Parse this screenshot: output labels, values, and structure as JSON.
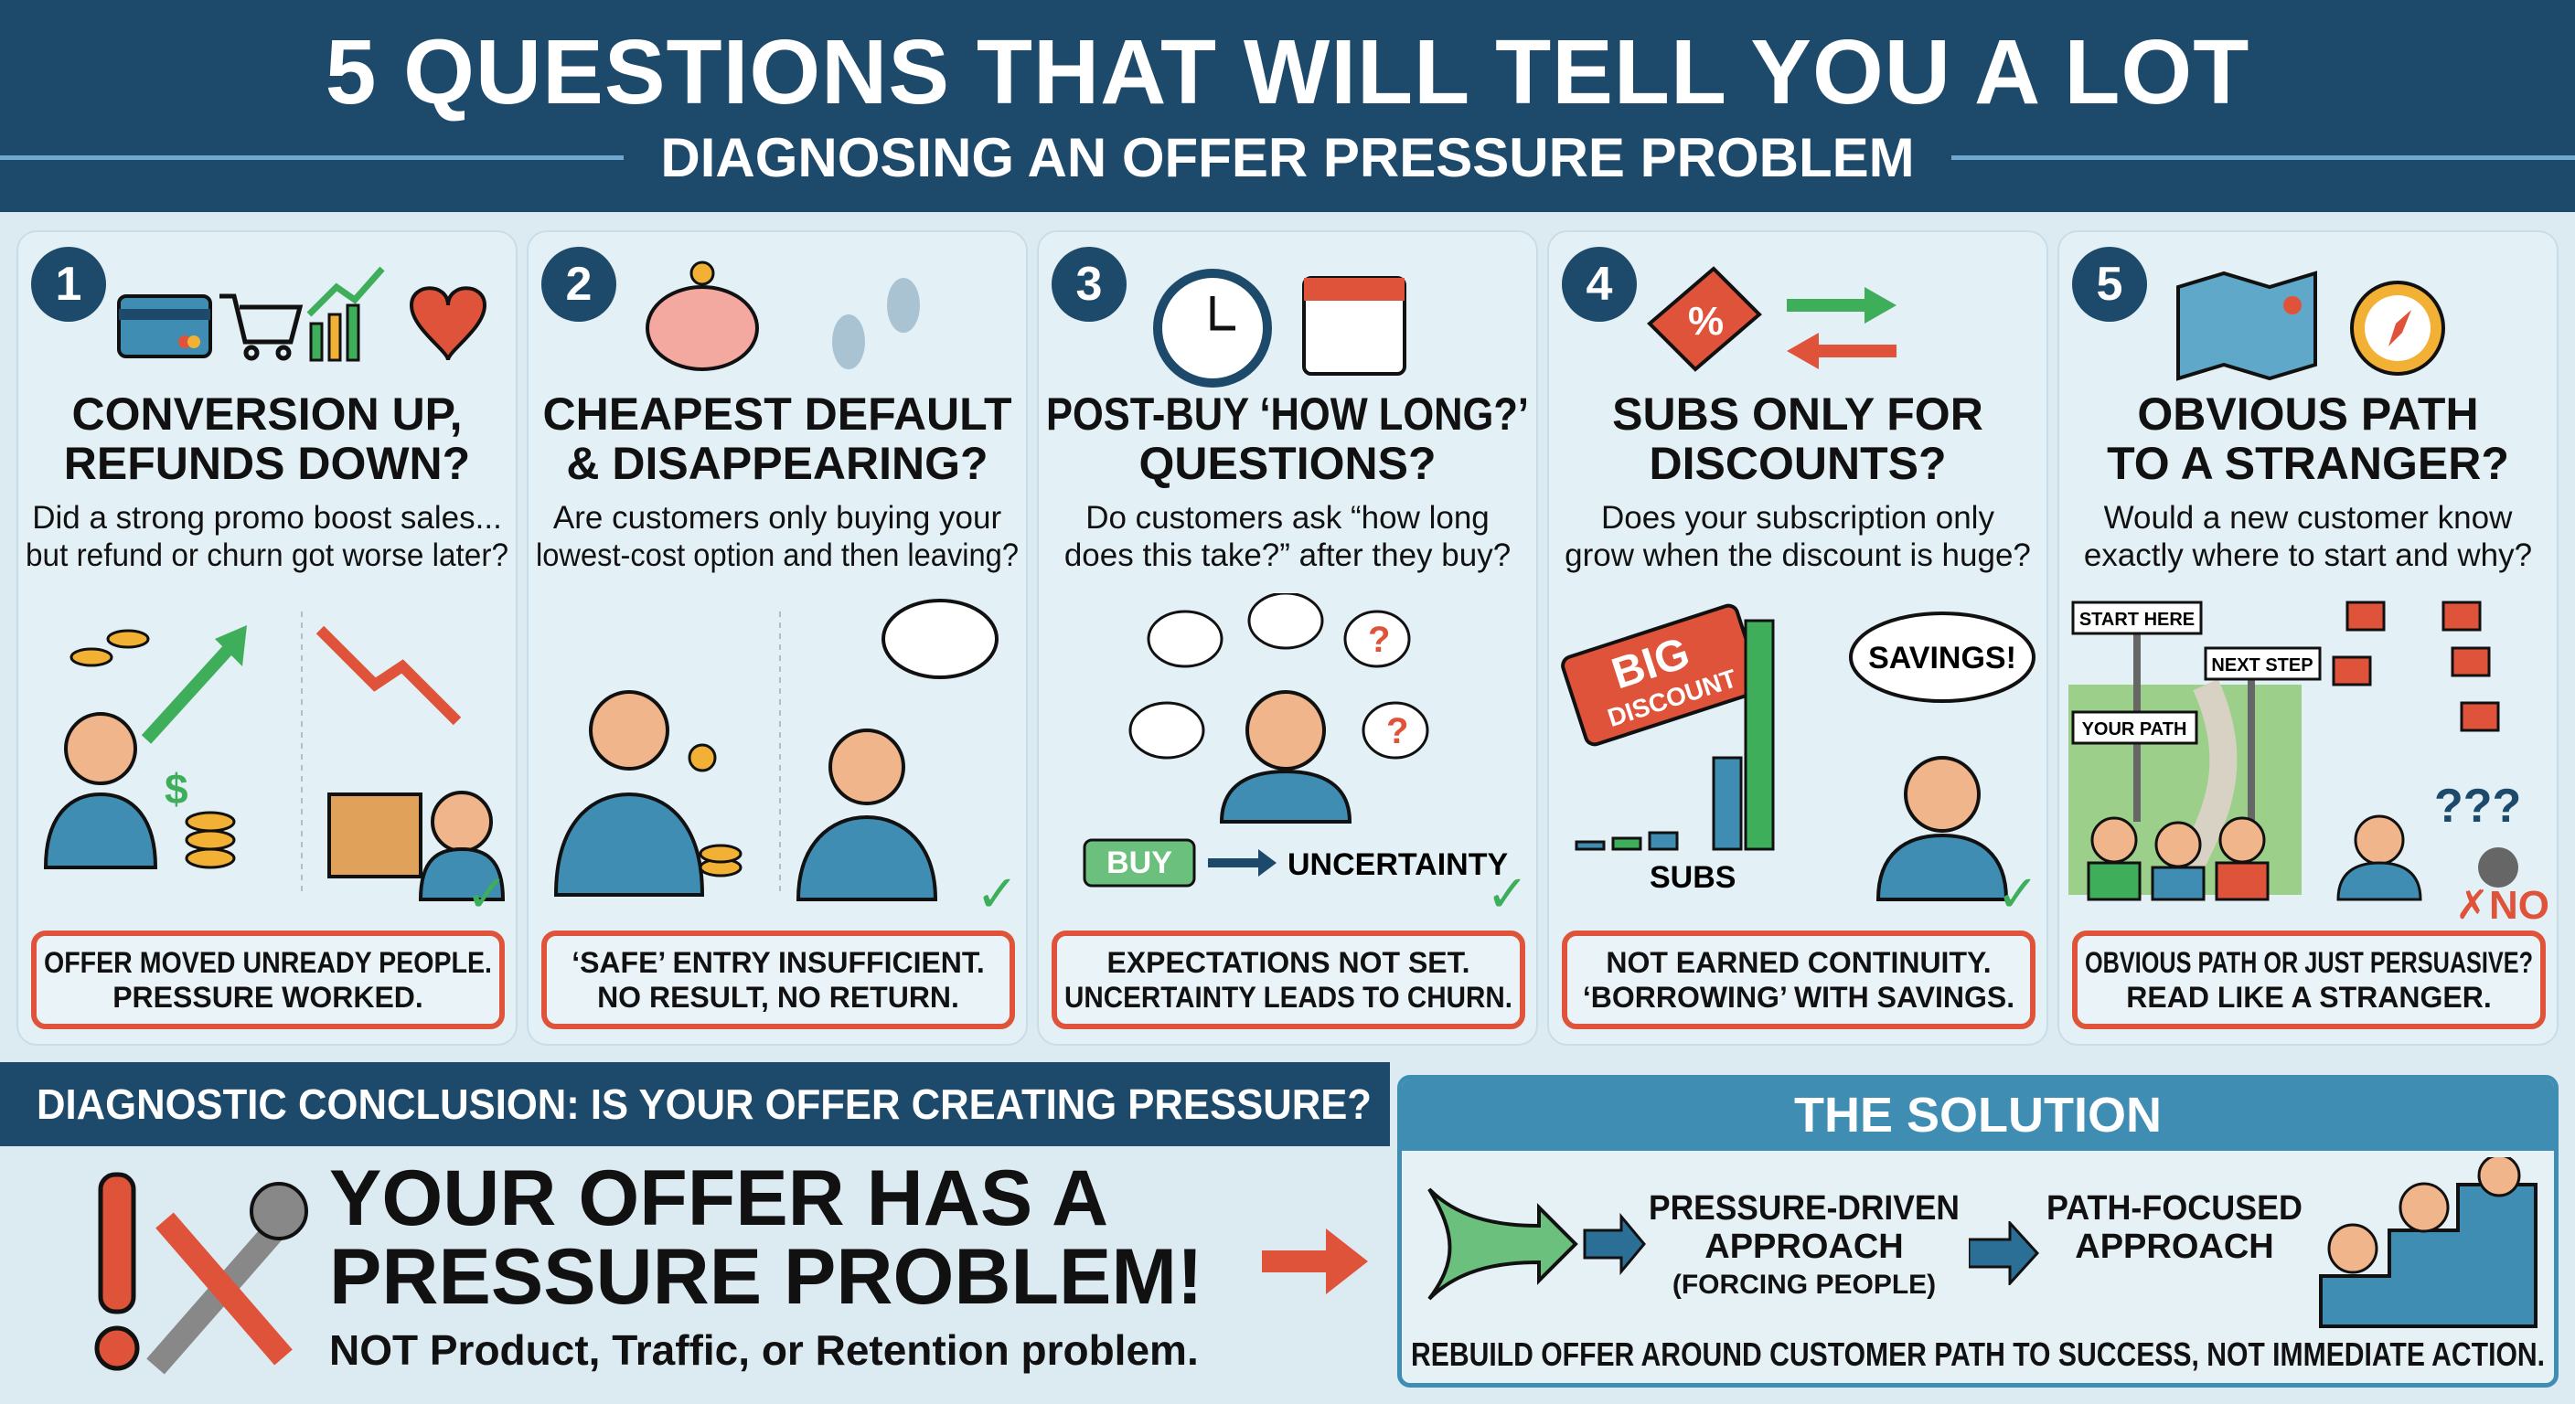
{
  "header": {
    "title": "5 QUESTIONS THAT WILL TELL YOU A LOT",
    "subtitle": "DIAGNOSING AN OFFER PRESSURE PROBLEM"
  },
  "colors": {
    "navy": "#1d4a6b",
    "accent_red": "#e0533b",
    "accent_green": "#3fae5a",
    "solution_blue": "#3f8db3"
  },
  "panels": [
    {
      "number": "1",
      "title_l1": "CONVERSION UP,",
      "title_l2": "REFUNDS DOWN?",
      "question_l1": "Did a strong promo boost sales...",
      "question_l2": "but refund or churn got worse later?",
      "verdict_l1": "OFFER MOVED UNREADY PEOPLE.",
      "verdict_l2": "PRESSURE WORKED.",
      "mark": "✓",
      "icons": [
        "credit-card-icon",
        "cart-icon",
        "growth-chart-icon",
        "broken-heart-icon"
      ]
    },
    {
      "number": "2",
      "title_l1": "CHEAPEST DEFAULT",
      "title_l2": "& DISAPPEARING?",
      "question_l1": "Are customers only buying your",
      "question_l2": "lowest-cost option and then leaving?",
      "verdict_l1": "‘SAFE’ ENTRY INSUFFICIENT.",
      "verdict_l2": "NO RESULT, NO RETURN.",
      "mark": "✓",
      "icons": [
        "piggy-bank-icon",
        "footprints-icon"
      ]
    },
    {
      "number": "3",
      "title_l1": "POST-BUY ‘HOW LONG?’",
      "title_l2": "QUESTIONS?",
      "question_l1": "Do customers ask “how long",
      "question_l2": "does this take?” after they buy?",
      "verdict_l1": "EXPECTATIONS NOT SET.",
      "verdict_l2": "UNCERTAINTY LEADS TO CHURN.",
      "mark": "✓",
      "buy_label": "BUY",
      "uncertainty_label": "UNCERTAINTY",
      "icons": [
        "clock-icon",
        "calendar-icon"
      ]
    },
    {
      "number": "4",
      "title_l1": "SUBS ONLY FOR",
      "title_l2": "DISCOUNTS?",
      "question_l1": "Does your subscription only",
      "question_l2": "grow when the discount is huge?",
      "verdict_l1": "NOT EARNED CONTINUITY.",
      "verdict_l2": "‘BORROWING’ WITH SAVINGS.",
      "mark": "✓",
      "tag_l1": "BIG",
      "tag_l2": "DISCOUNT",
      "savings_label": "SAVINGS!",
      "subs_label": "SUBS",
      "icons": [
        "percent-tag-icon",
        "swap-arrows-icon"
      ]
    },
    {
      "number": "5",
      "title_l1": "OBVIOUS PATH",
      "title_l2": "TO A STRANGER?",
      "question_l1": "Would a new customer know",
      "question_l2": "exactly where to start and why?",
      "verdict_l1": "OBVIOUS PATH OR JUST PERSUASIVE?",
      "verdict_l2": "READ LIKE A STRANGER.",
      "mark": "✗",
      "mark_text": "NO",
      "sign_start": "START HERE",
      "sign_next": "NEXT STEP",
      "sign_your": "YOUR PATH",
      "icons": [
        "map-icon",
        "compass-icon"
      ]
    }
  ],
  "conclusion": {
    "heading": "DIAGNOSTIC CONCLUSION: IS YOUR OFFER CREATING PRESSURE?",
    "big_l1": "YOUR OFFER HAS A",
    "big_l2": "PRESSURE PROBLEM!",
    "sub": "NOT Product, Traffic, or Retention problem."
  },
  "solution": {
    "heading": "THE SOLUTION",
    "from_l1": "PRESSURE-DRIVEN",
    "from_l2": "APPROACH",
    "from_note": "(FORCING PEOPLE)",
    "to_l1": "PATH-FOCUSED",
    "to_l2": "APPROACH",
    "footer": "REBUILD OFFER AROUND CUSTOMER PATH TO SUCCESS, NOT IMMEDIATE ACTION."
  }
}
